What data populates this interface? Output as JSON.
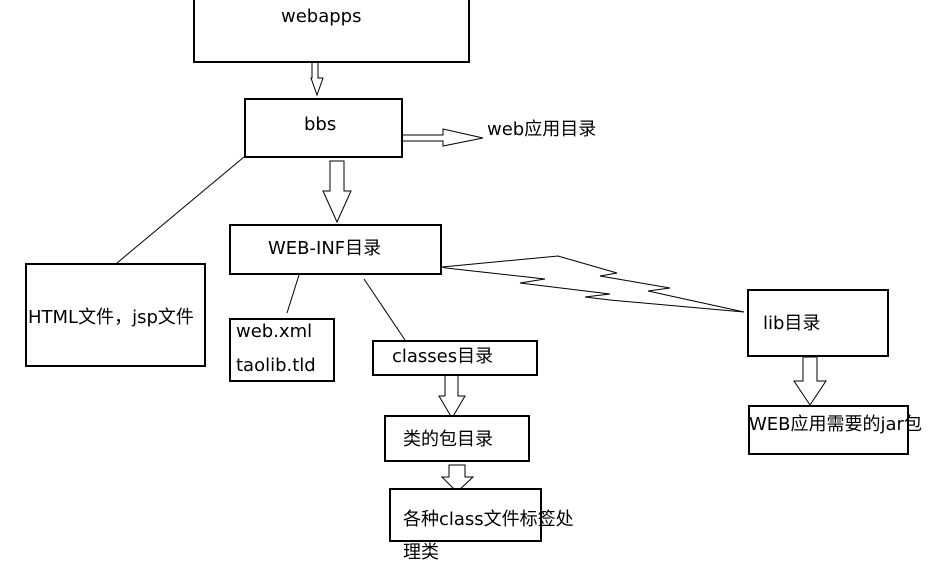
{
  "diagram": {
    "nodes": {
      "webapps": "webapps",
      "bbs": "bbs",
      "web_app_dir": "web应用目录",
      "web_inf": "WEB-INF目录",
      "html_jsp": "HTML文件，jsp文件",
      "web_xml": "web.xml",
      "taolib_tld": "taolib.tld",
      "classes": "classes目录",
      "lib": "lib目录",
      "jar": "WEB应用需要的jar包",
      "package_dir": "类的包目录",
      "class_files_line1": "各种class文件标签处",
      "class_files_line2": "理类"
    },
    "edges": [
      {
        "from": "webapps",
        "to": "bbs",
        "style": "block-arrow"
      },
      {
        "from": "bbs",
        "to": "web_app_dir",
        "style": "block-arrow"
      },
      {
        "from": "bbs",
        "to": "web_inf",
        "style": "block-arrow"
      },
      {
        "from": "bbs",
        "to": "html_jsp",
        "style": "line"
      },
      {
        "from": "web_inf",
        "to": "web_xml",
        "style": "line"
      },
      {
        "from": "web_inf",
        "to": "classes",
        "style": "line"
      },
      {
        "from": "web_inf",
        "to": "lib",
        "style": "lightning"
      },
      {
        "from": "lib",
        "to": "jar",
        "style": "block-arrow"
      },
      {
        "from": "classes",
        "to": "package_dir",
        "style": "block-arrow"
      },
      {
        "from": "package_dir",
        "to": "class_files",
        "style": "block-arrow"
      }
    ]
  }
}
